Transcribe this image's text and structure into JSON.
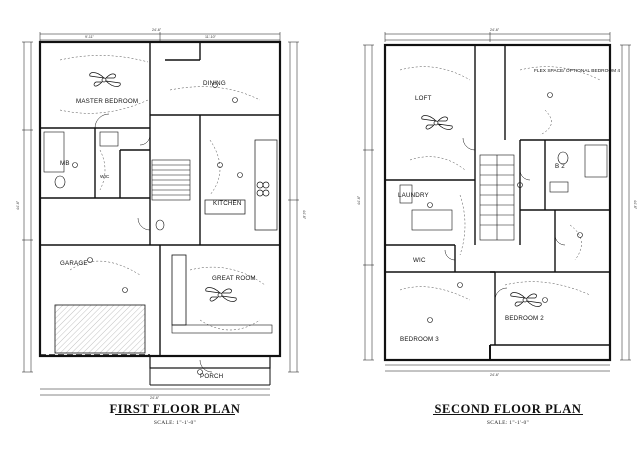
{
  "first_floor": {
    "title": "FIRST FLOOR PLAN",
    "scale": "SCALE: 1\"-1'-0\"",
    "rooms": {
      "master_bedroom": "MASTER BEDROOM",
      "mb": "MB",
      "wic": "WIC",
      "dining": "DINING",
      "kitchen": "KITCHEN",
      "garage": "GARAGE",
      "great_room": "GREAT ROOM",
      "porch": "PORCH"
    },
    "dims": {
      "top": "24'-6\"",
      "bottom": "24'-6\"",
      "left": "44'-6\"",
      "right": "44'-6\"",
      "w1": "9'-11\"",
      "w2": "11'-10\""
    }
  },
  "second_floor": {
    "title": "SECOND FLOOR PLAN",
    "scale": "SCALE: 1\"-1'-0\"",
    "rooms": {
      "loft": "LOFT",
      "flex": "FLEX SPACE/ OPTIONAL BEDROOM 4",
      "b2": "B 2",
      "laundry": "LAUNDRY",
      "wic": "WIC",
      "bedroom2": "BEDROOM 2",
      "bedroom3": "BEDROOM 3"
    },
    "dims": {
      "top": "24'-6\"",
      "bottom": "24'-6\"",
      "left": "44'-6\"",
      "right": "44'-6\""
    }
  }
}
